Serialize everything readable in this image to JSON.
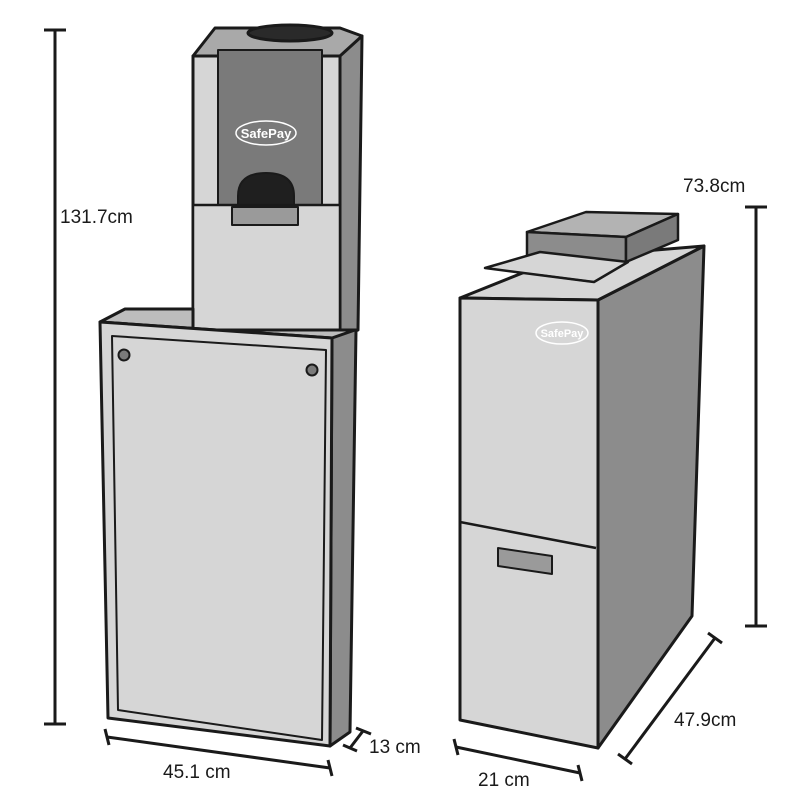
{
  "colors": {
    "outline": "#1a1a1a",
    "panel_light": "#d6d6d6",
    "panel_mid": "#a9a9a9",
    "panel_dark": "#7a7a7a",
    "panel_darker": "#8c8c8c",
    "background": "#ffffff"
  },
  "kiosk_tall": {
    "logo": "SafePay",
    "dimensions": {
      "height": "131.7cm",
      "width": "45.1 cm",
      "depth": "13 cm"
    }
  },
  "kiosk_compact": {
    "logo": "SafePay",
    "dimensions": {
      "height": "73.8cm",
      "width": "21 cm",
      "depth": "47.9cm"
    }
  }
}
